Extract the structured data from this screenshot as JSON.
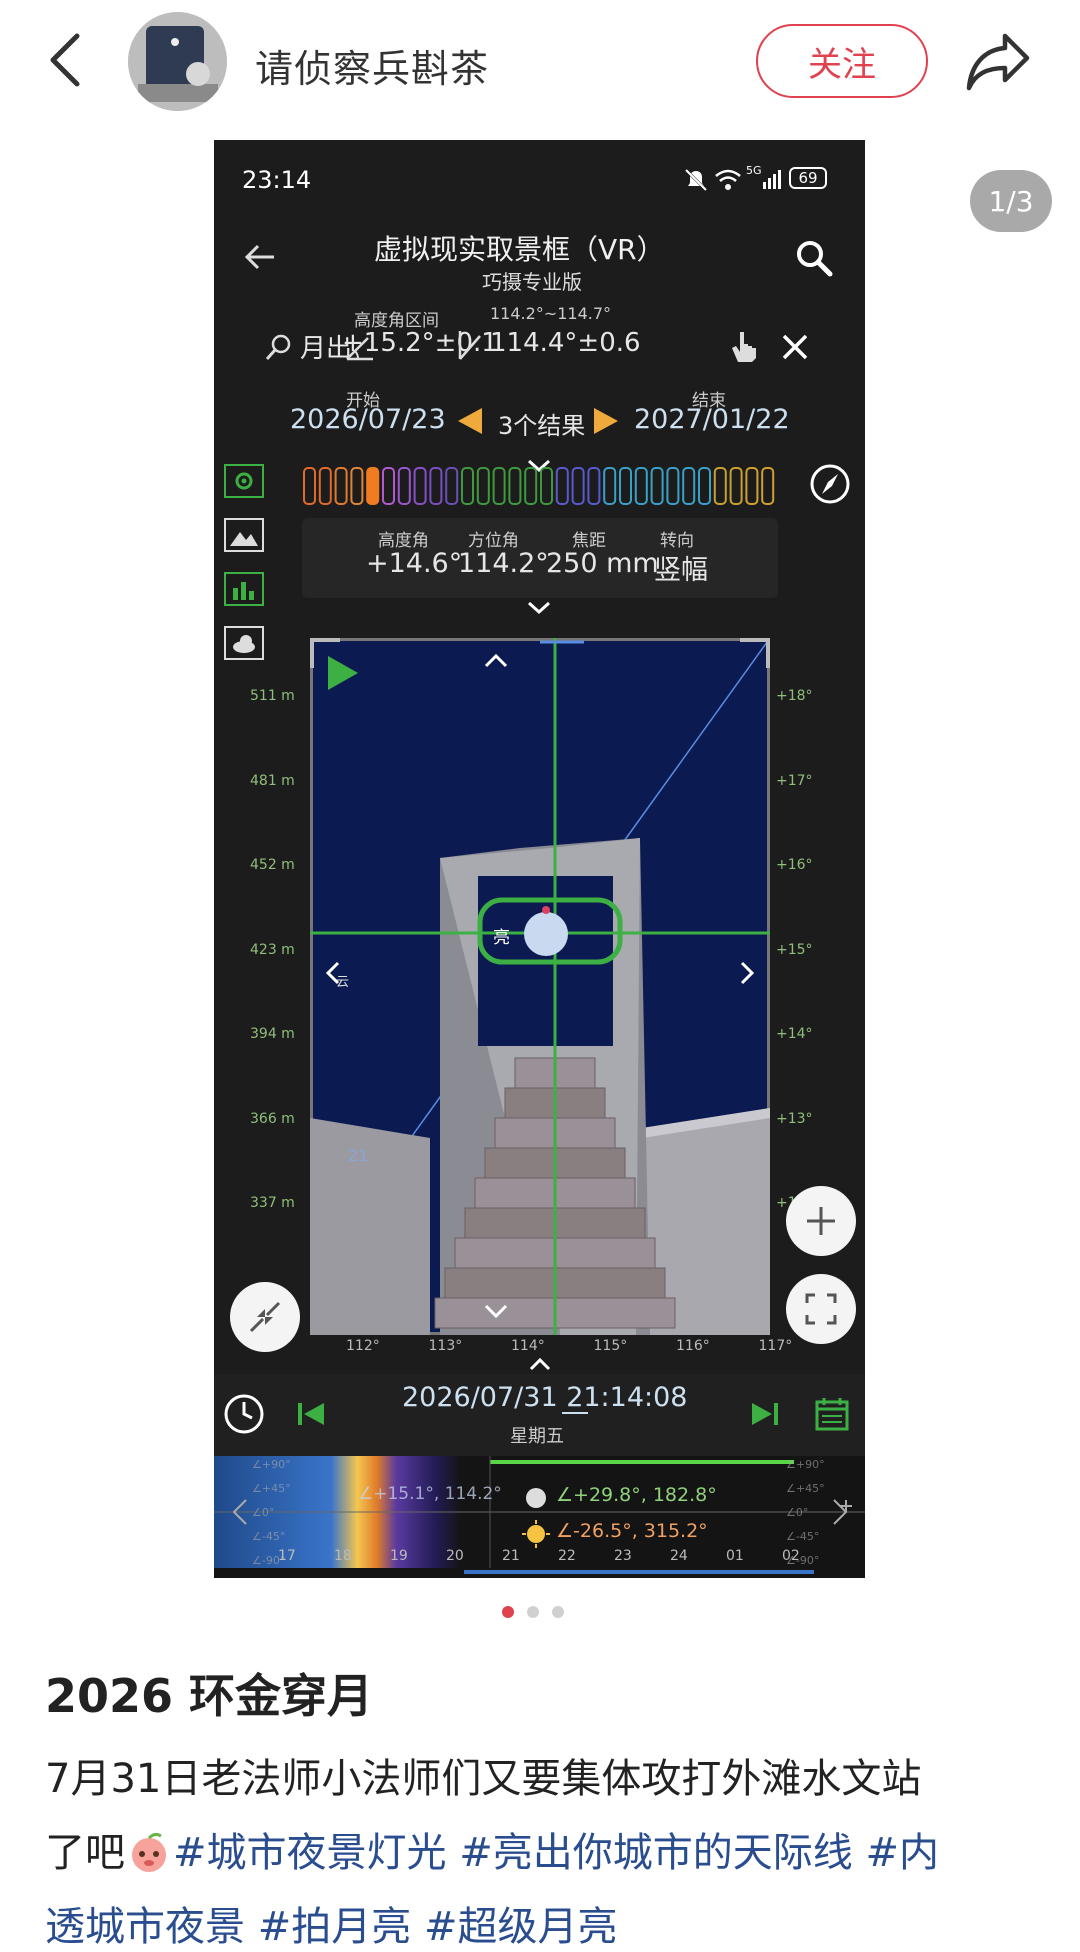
{
  "header": {
    "author_name": "请侦察兵斟茶",
    "follow_label": "关注",
    "page_indicator": "1/3"
  },
  "phone": {
    "status_time": "23:14",
    "status_battery": "69",
    "status_network": "5G",
    "app_title": "虚拟现实取景框（VR）",
    "app_subtitle": "巧摄专业版",
    "search": {
      "target": "月出",
      "alt_range_label": "高度角区间",
      "alt_value": "+15.2°±0.1",
      "az_range_label": "114.2°~114.7°",
      "az_value": "114.4°±0.6"
    },
    "date_range": {
      "start_label": "开始",
      "start_date": "2026/07/23",
      "results": "3个结果",
      "end_label": "结束",
      "end_date": "2027/01/22"
    },
    "camera": {
      "alt_label": "高度角",
      "alt_value": "+14.6°",
      "az_label": "方位角",
      "az_value": "114.2°",
      "focal_label": "焦距",
      "focal_value": "250 mm",
      "orient_label": "转向",
      "orient_value": "竖幅"
    },
    "y_axis_left": [
      "511 m",
      "481 m",
      "452 m",
      "423 m",
      "394 m",
      "366 m",
      "337 m"
    ],
    "y_axis_right": [
      "+18°",
      "+17°",
      "+16°",
      "+15°",
      "+14°",
      "+13°",
      "+1"
    ],
    "x_axis": [
      "112°",
      "113°",
      "114°",
      "115°",
      "116°",
      "117°"
    ],
    "scene_labels": {
      "moon_label": "亮",
      "left_label": "云",
      "path_label": "21"
    },
    "datetime": "2026/07/31 21:14:08",
    "weekday": "星期五",
    "timeline": {
      "moon_alt_az": "∠+29.8°, 182.8°",
      "sun_alt_az": "∠-26.5°, 315.2°",
      "left_readout": "∠+15.1°, 114.2°",
      "hours": [
        "17",
        "18",
        "19",
        "20",
        "21",
        "22",
        "23",
        "24",
        "01",
        "02"
      ],
      "alt_marks_left": [
        "∠+90°",
        "∠+45°",
        "∠0°",
        "∠-45°",
        "∠-90°"
      ],
      "alt_marks_right": [
        "∠+90°",
        "∠+45°",
        "∠0°",
        "∠-45°",
        "∠-90°"
      ]
    }
  },
  "pagination": {
    "count": 3,
    "active": 0
  },
  "post": {
    "title": "2026 环金穿月",
    "line1": "7月31日老法师小法师们又要集体攻打外滩水文站",
    "line2_text": "了吧",
    "line2_tags": "#城市夜景灯光 #亮出你城市的天际线 #内",
    "line3": "透城市夜景 #拍月亮 #超级月亮"
  },
  "colors": {
    "accent": "#e0424f",
    "app_green": "#3cb043",
    "tag_blue": "#2a4d8f"
  }
}
